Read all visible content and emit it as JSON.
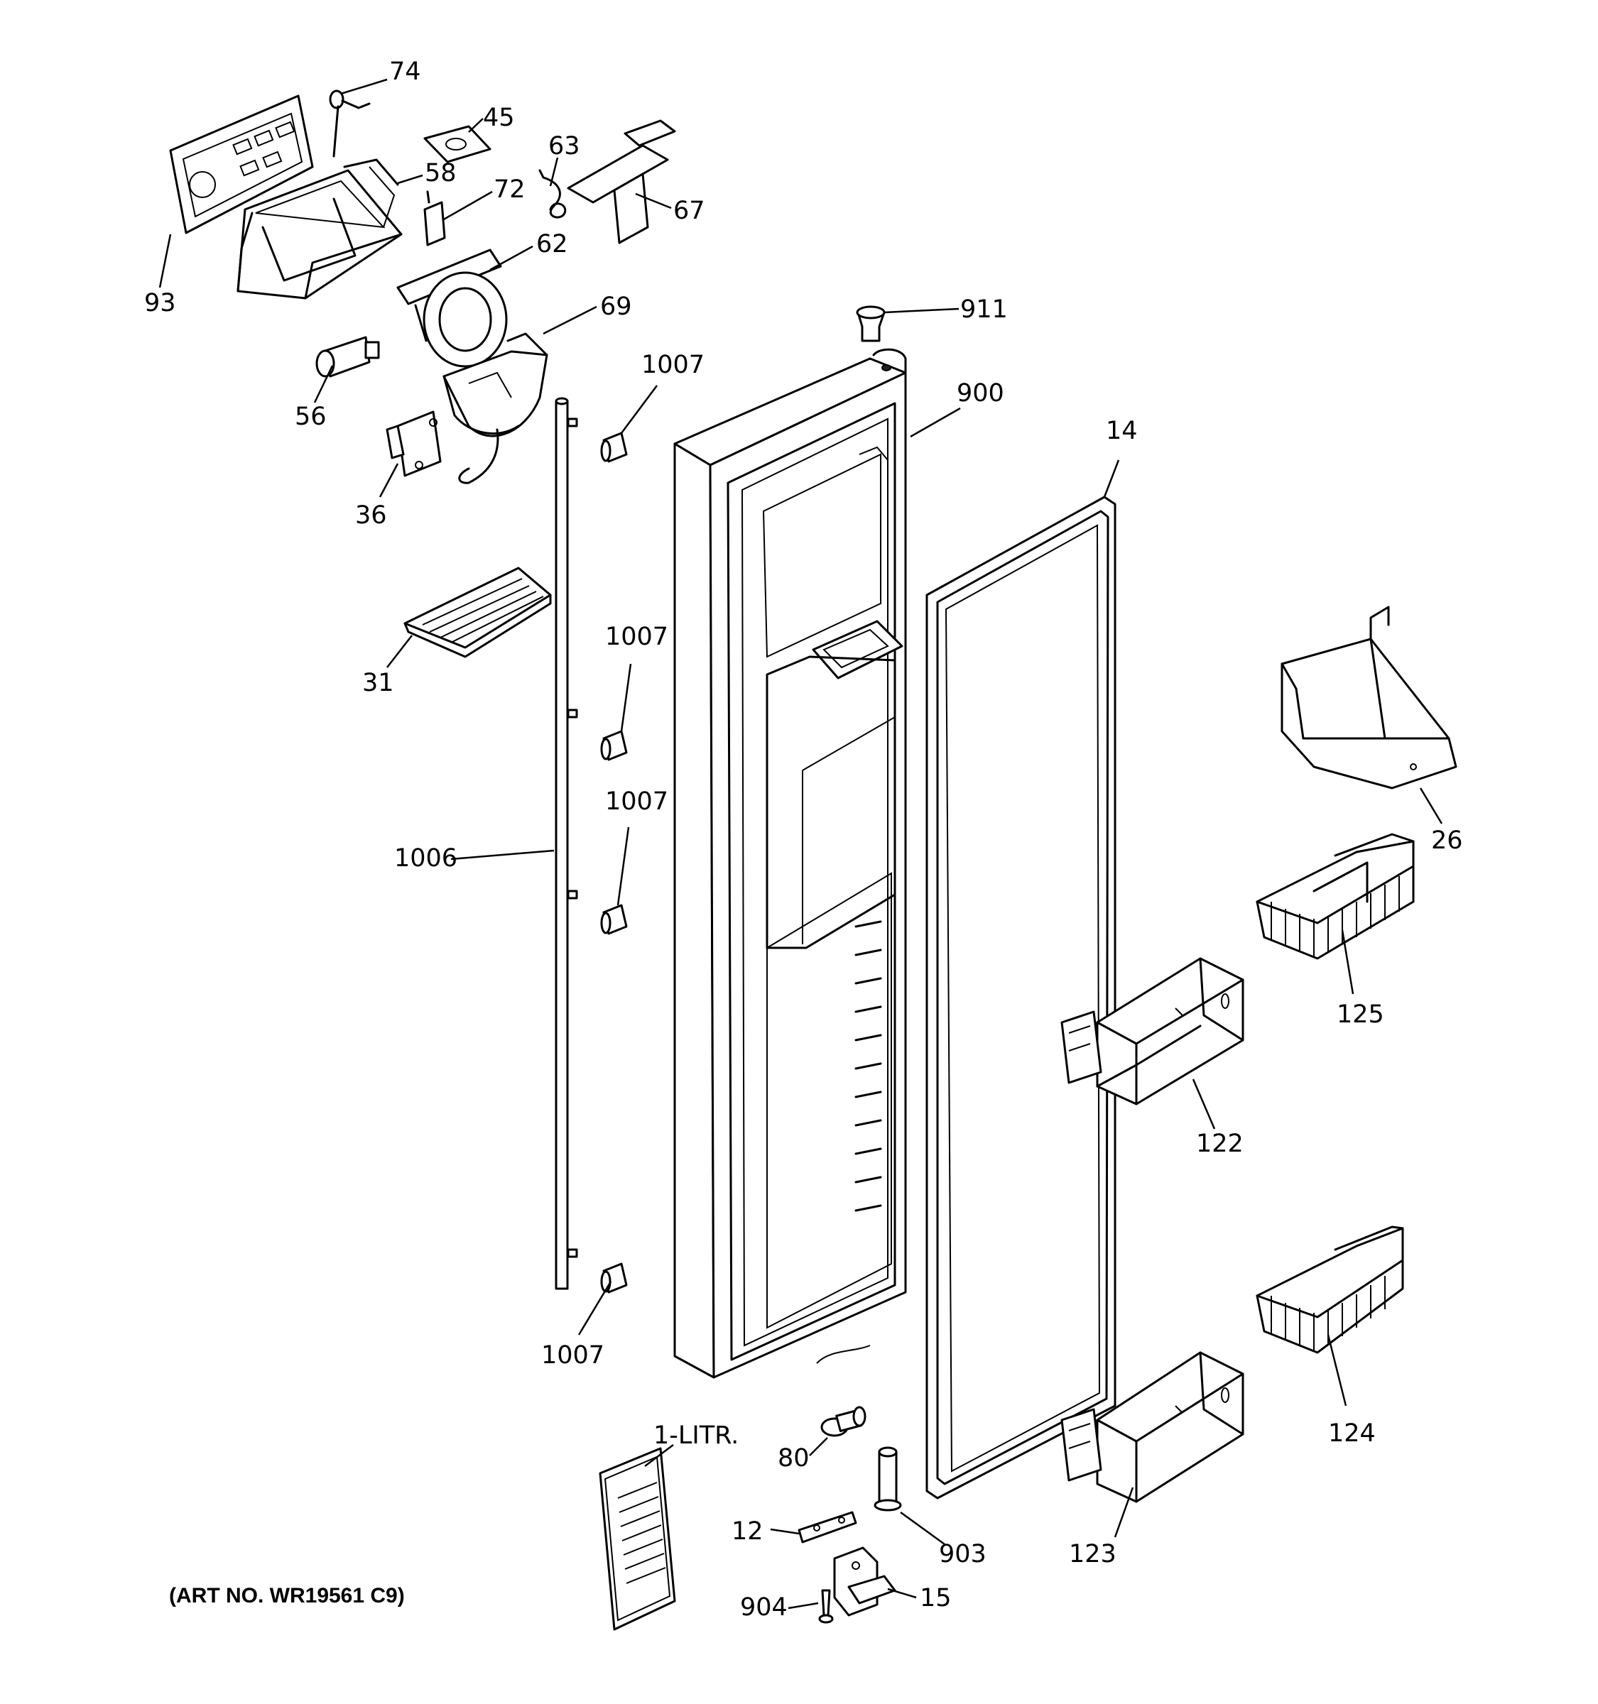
{
  "diagram": {
    "art_number": "(ART NO. WR19561 C9)",
    "callouts": [
      {
        "id": "c74",
        "text": "74"
      },
      {
        "id": "c45",
        "text": "45"
      },
      {
        "id": "c58",
        "text": "58"
      },
      {
        "id": "c63",
        "text": "63"
      },
      {
        "id": "c72",
        "text": "72"
      },
      {
        "id": "c67",
        "text": "67"
      },
      {
        "id": "c62",
        "text": "62"
      },
      {
        "id": "c93",
        "text": "93"
      },
      {
        "id": "c69",
        "text": "69"
      },
      {
        "id": "c911",
        "text": "911"
      },
      {
        "id": "c56",
        "text": "56"
      },
      {
        "id": "c1007a",
        "text": "1007"
      },
      {
        "id": "c900",
        "text": "900"
      },
      {
        "id": "c14",
        "text": "14"
      },
      {
        "id": "c36",
        "text": "36"
      },
      {
        "id": "c31",
        "text": "31"
      },
      {
        "id": "c1007b",
        "text": "1007"
      },
      {
        "id": "c1007c",
        "text": "1007"
      },
      {
        "id": "c26",
        "text": "26"
      },
      {
        "id": "c1006",
        "text": "1006"
      },
      {
        "id": "c125",
        "text": "125"
      },
      {
        "id": "c122",
        "text": "122"
      },
      {
        "id": "c1007d",
        "text": "1007"
      },
      {
        "id": "c124",
        "text": "124"
      },
      {
        "id": "c1litr",
        "text": "1-LITR."
      },
      {
        "id": "c80",
        "text": "80"
      },
      {
        "id": "c12",
        "text": "12"
      },
      {
        "id": "c903",
        "text": "903"
      },
      {
        "id": "c123",
        "text": "123"
      },
      {
        "id": "c15",
        "text": "15"
      },
      {
        "id": "c904",
        "text": "904"
      }
    ]
  }
}
